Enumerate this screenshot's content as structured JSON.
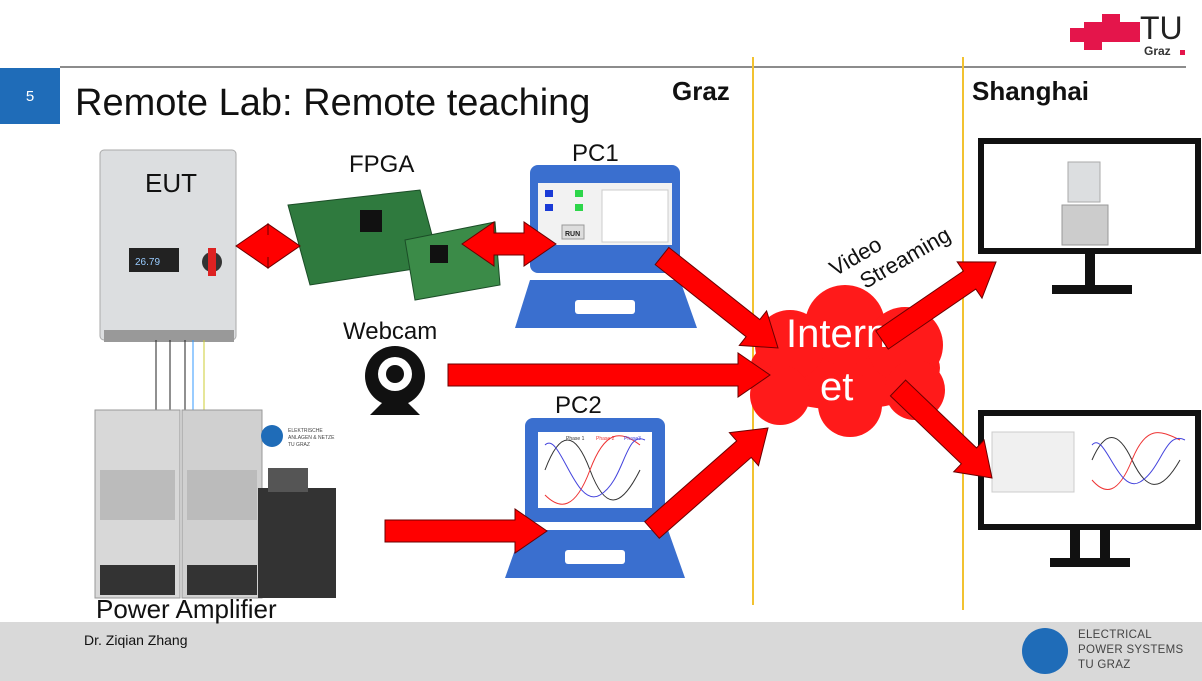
{
  "slide": {
    "page_number": "5",
    "title": "Remote Lab: Remote teaching",
    "author": "Dr. Ziqian Zhang",
    "logo_tu": {
      "text": "TU",
      "sub": "Graz"
    },
    "footer_logo": [
      "ELECTRICAL",
      "POWER SYSTEMS",
      "TU GRAZ"
    ],
    "cabinet_logo": [
      "ELEKTRISCHE",
      "ANLAGEN & NETZE",
      "TU GRAZ"
    ]
  },
  "diagram": {
    "locations": {
      "left": "Graz",
      "right": "Shanghai"
    },
    "labels": {
      "eut": "EUT",
      "fpga": "FPGA",
      "pc1": "PC1",
      "webcam": "Webcam",
      "pc2": "PC2",
      "power_amplifier": "Power Amplifier",
      "video": "Video",
      "streaming": "Streaming",
      "internet_1": "Intern",
      "internet_2": "et",
      "run_button": "RUN",
      "eut_display": "26.79"
    },
    "phases": [
      "Phase 1",
      "Phase 2",
      "Phase3"
    ],
    "colors": {
      "accent_blue": "#1f6cb8",
      "arrow_red": "#ff0000",
      "laptop_blue": "#3a6fcf",
      "divider_yellow": "#f2c230",
      "tu_red": "#e4154b"
    }
  }
}
